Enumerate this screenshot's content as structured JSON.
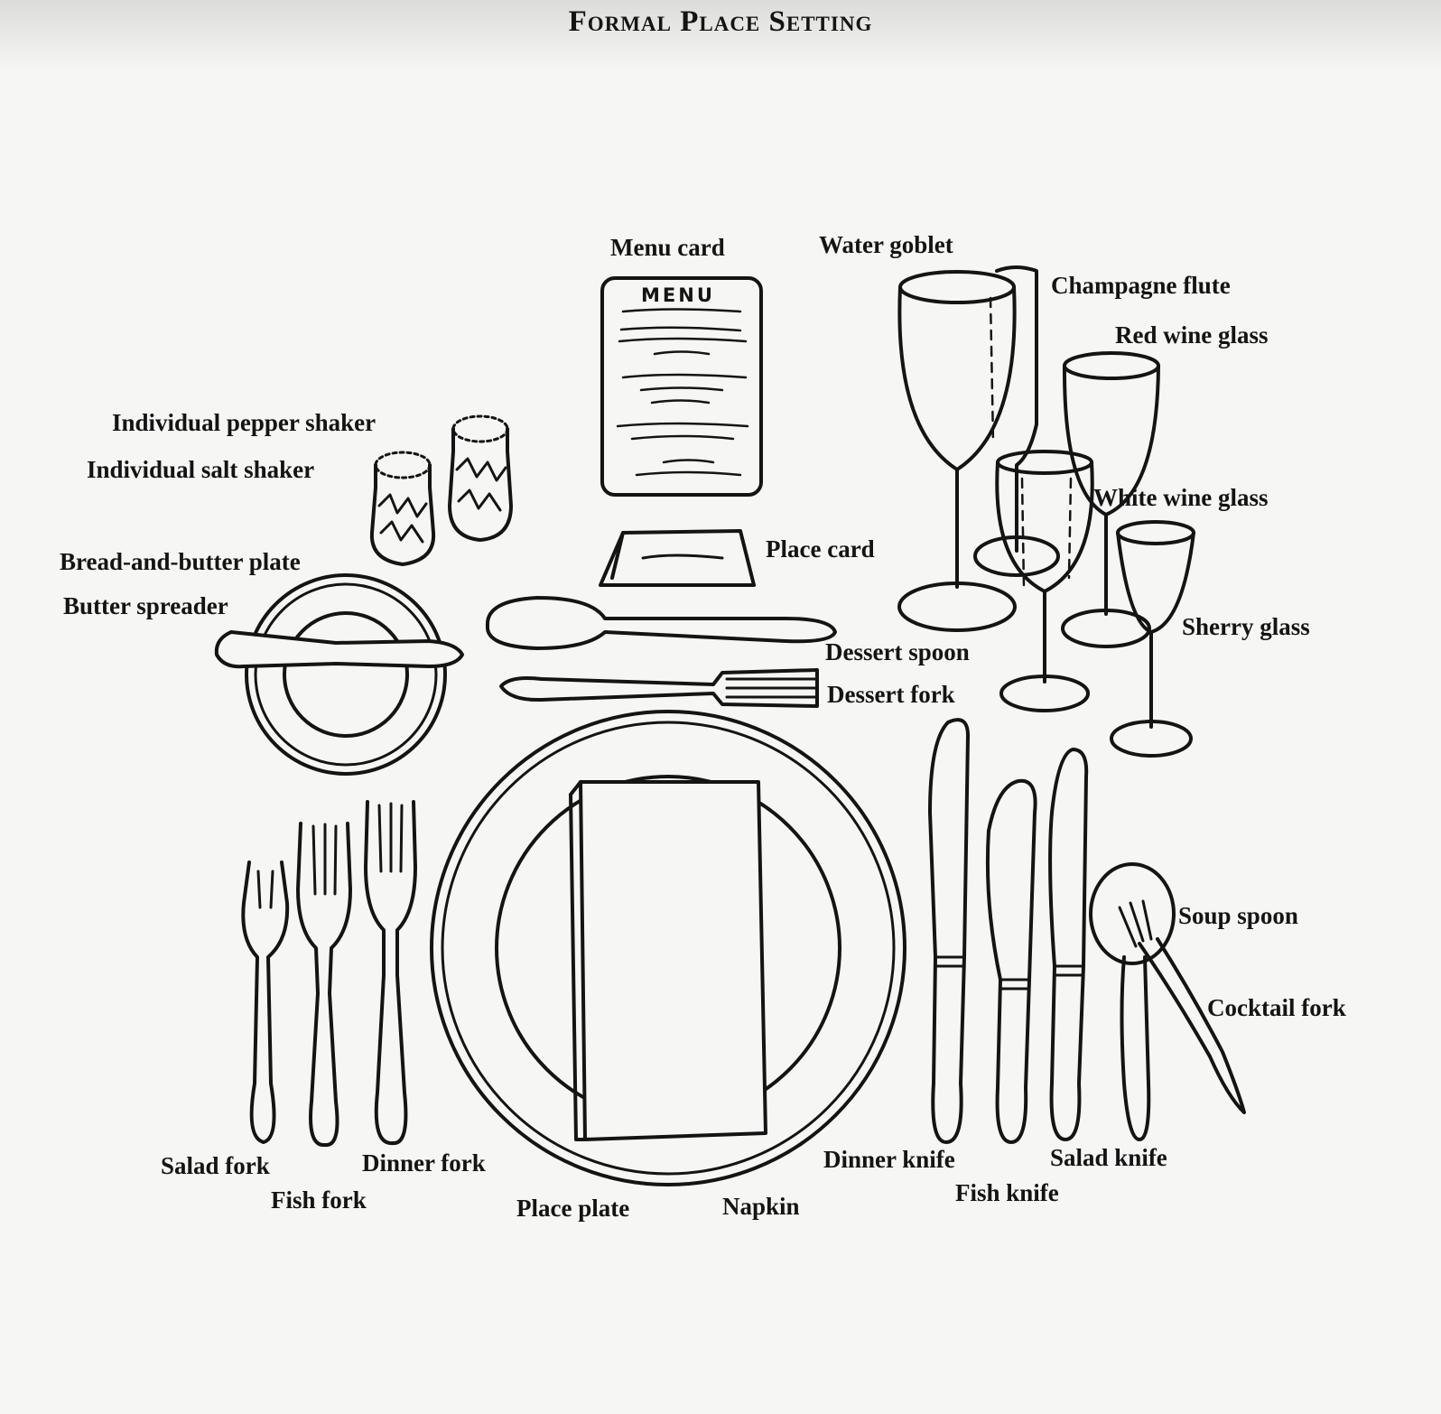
{
  "title": "Formal Place Setting",
  "menu_card_heading": "MENU",
  "labels": {
    "menu_card": "Menu card",
    "water_goblet": "Water goblet",
    "champagne_flute": "Champagne flute",
    "red_wine_glass": "Red wine glass",
    "white_wine_glass": "White wine glass",
    "sherry_glass": "Sherry glass",
    "pepper_shaker": "Individual pepper shaker",
    "salt_shaker": "Individual salt shaker",
    "bread_plate": "Bread-and-butter plate",
    "butter_spreader": "Butter spreader",
    "place_card": "Place card",
    "dessert_spoon": "Dessert spoon",
    "dessert_fork": "Dessert fork",
    "soup_spoon": "Soup spoon",
    "cocktail_fork": "Cocktail fork",
    "salad_fork": "Salad fork",
    "fish_fork": "Fish fork",
    "dinner_fork": "Dinner fork",
    "place_plate": "Place plate",
    "napkin": "Napkin",
    "dinner_knife": "Dinner knife",
    "fish_knife": "Fish knife",
    "salad_knife": "Salad knife"
  },
  "colors": {
    "ink": "#141414",
    "paper": "#f6f6f4"
  }
}
